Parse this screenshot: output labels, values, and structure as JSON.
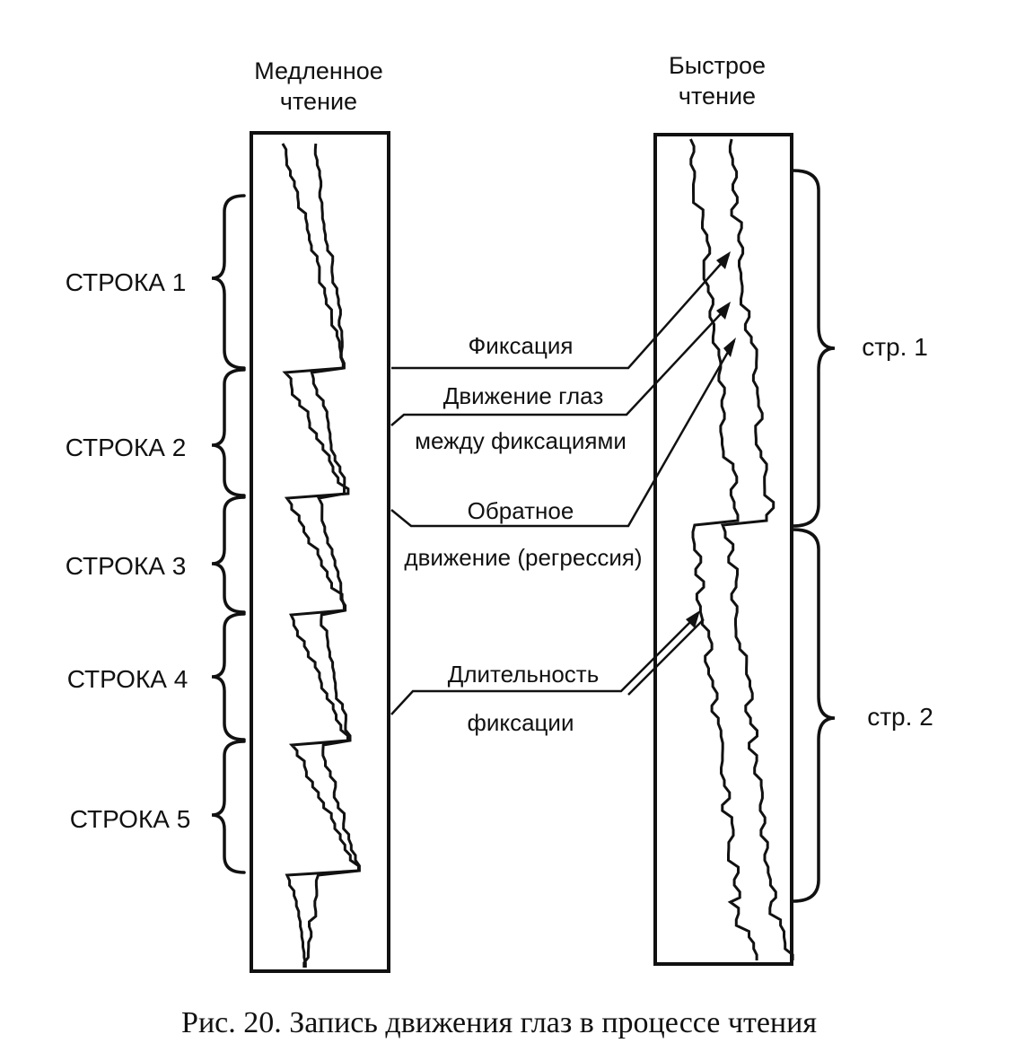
{
  "panels": {
    "slow_title": [
      "Медленное",
      "чтение"
    ],
    "fast_title": [
      "Быстрое",
      "чтение"
    ]
  },
  "rows_slow": [
    "СТРОКА 1",
    "СТРОКА 2",
    "СТРОКА 3",
    "СТРОКА 4",
    "СТРОКА 5"
  ],
  "rows_fast": [
    "стр. 1",
    "стр. 2"
  ],
  "annotations": {
    "fixation": "Фиксация",
    "saccade_1": "Движение глаз",
    "saccade_2": "между фиксациями",
    "regression_1": "Обратное",
    "regression_2": "движение (регрессия)",
    "duration_1": "Длительность",
    "duration_2": "фиксации"
  },
  "caption": "Рис. 20. Запись движения глаз в процессе чтения"
}
